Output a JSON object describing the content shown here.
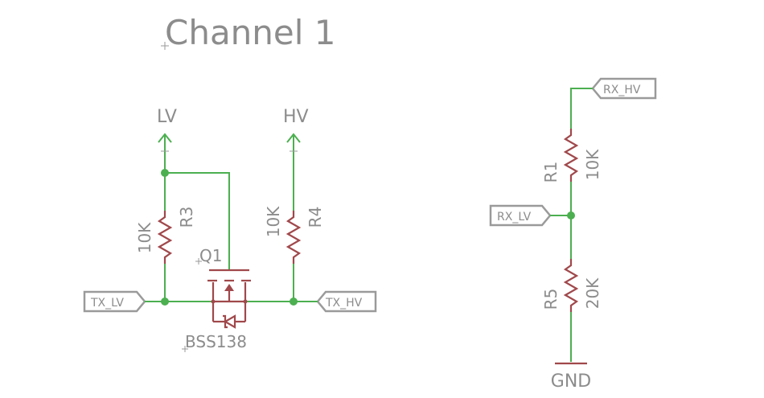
{
  "title": "Channel 1",
  "power": {
    "lv": "LV",
    "hv": "HV",
    "gnd": "GND"
  },
  "ports": {
    "tx_lv": "TX_LV",
    "tx_hv": "TX_HV",
    "rx_lv": "RX_LV",
    "rx_hv": "RX_HV"
  },
  "parts": {
    "r3": {
      "name": "R3",
      "value": "10K"
    },
    "r4": {
      "name": "R4",
      "value": "10K"
    },
    "r1": {
      "name": "R1",
      "value": "10K"
    },
    "r5": {
      "name": "R5",
      "value": "20K"
    },
    "q1": {
      "name": "Q1",
      "value": "BSS138"
    }
  }
}
